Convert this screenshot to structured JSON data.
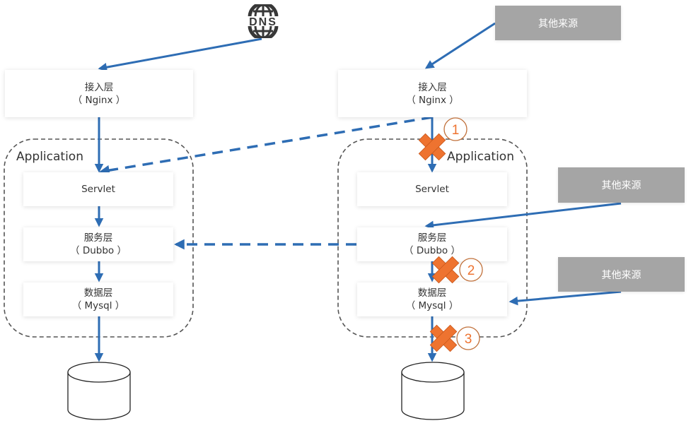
{
  "diagram": {
    "title": "",
    "dns_icon": {
      "icon": "dns-globe-icon",
      "text": "DNS"
    },
    "left": {
      "access_layer": {
        "title": "接入层",
        "subtitle": "（  Nginx ）"
      },
      "container_label": "Application",
      "servlet": {
        "title": "Servlet"
      },
      "service_layer": {
        "title": "服务层",
        "subtitle": "（ Dubbo ）"
      },
      "data_layer": {
        "title": "数据层",
        "subtitle": "（ Mysql ）"
      },
      "database": {
        "icon": "database-cylinder-icon"
      }
    },
    "right": {
      "access_layer": {
        "title": "接入层",
        "subtitle": "（  Nginx ）"
      },
      "container_label": "Application",
      "servlet": {
        "title": "Servlet"
      },
      "service_layer": {
        "title": "服务层",
        "subtitle": "（ Dubbo ）"
      },
      "data_layer": {
        "title": "数据层",
        "subtitle": "（ Mysql ）"
      },
      "database": {
        "icon": "database-cylinder-icon"
      }
    },
    "other_sources": [
      {
        "label": "其他来源",
        "target": "right access layer"
      },
      {
        "label": "其他来源",
        "target": "right service layer"
      },
      {
        "label": "其他来源",
        "target": "right data layer"
      }
    ],
    "cut_points": [
      {
        "number": "1",
        "location": "Nginx → Servlet"
      },
      {
        "number": "2",
        "location": "Dubbo → Mysql"
      },
      {
        "number": "3",
        "location": "Mysql → Database"
      }
    ],
    "colors": {
      "arrow": "#2e6db4",
      "cut_mark": "#ee7330",
      "cut_circle": "#c0703a",
      "source_box": "#a5a5a5",
      "container_border": "#555555",
      "text": "#333333"
    }
  }
}
